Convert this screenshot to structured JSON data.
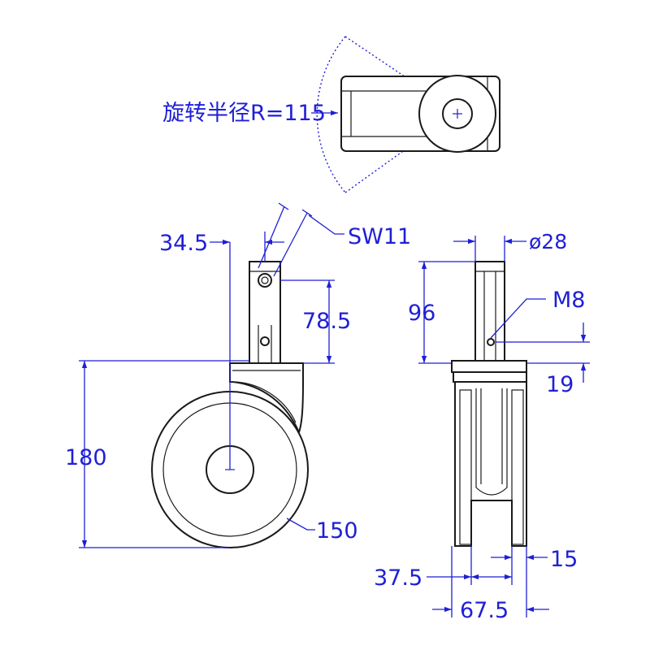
{
  "top_view": {
    "rotation_radius_label": "旋转半径R=115"
  },
  "front_view": {
    "offset_label": "34.5",
    "wrench_label": "SW11",
    "stem_height_label": "78.5",
    "total_height_label": "180",
    "wheel_diameter_label": "150"
  },
  "side_view": {
    "stem_diameter_label": "ø28",
    "stem_length_label": "96",
    "thread_label": "M8",
    "hole_height_label": "19",
    "tread_width_label": "15",
    "inner_width_label": "37.5",
    "outer_width_label": "67.5"
  },
  "colors": {
    "dimension": "#1f1fd6",
    "outline": "#1a1a1a"
  }
}
